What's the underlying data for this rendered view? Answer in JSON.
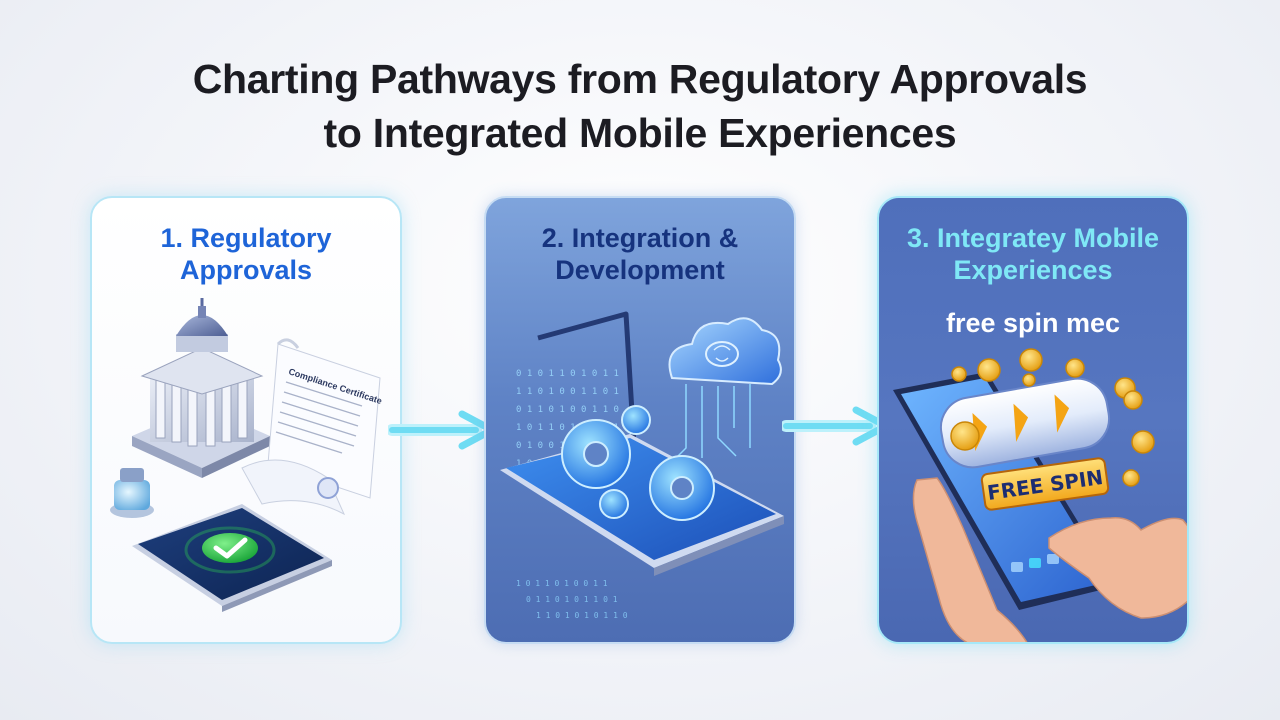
{
  "page": {
    "title_line1": "Charting Pathways from Regulatory Approvals",
    "title_line2": "to Integrated Mobile Experiences"
  },
  "steps": [
    {
      "title_line1": "1. Regulatory",
      "title_line2": "Approvals",
      "certificate_heading": "Compliance Certificate"
    },
    {
      "title_line1": "2. Integration &",
      "title_line2": "Development"
    },
    {
      "title_line1": "3. Integratey Mobile",
      "title_line2": "Experiences",
      "subtitle": "free spin mec",
      "banner": "FREE SPIN"
    }
  ],
  "colors": {
    "step1_title": "#1e64d8",
    "step2_title": "#16337e",
    "step3_title": "#7fe8f6",
    "arrow": "#7fe3f5",
    "check": "#2fbf4a",
    "coin": "#f5b41a"
  }
}
